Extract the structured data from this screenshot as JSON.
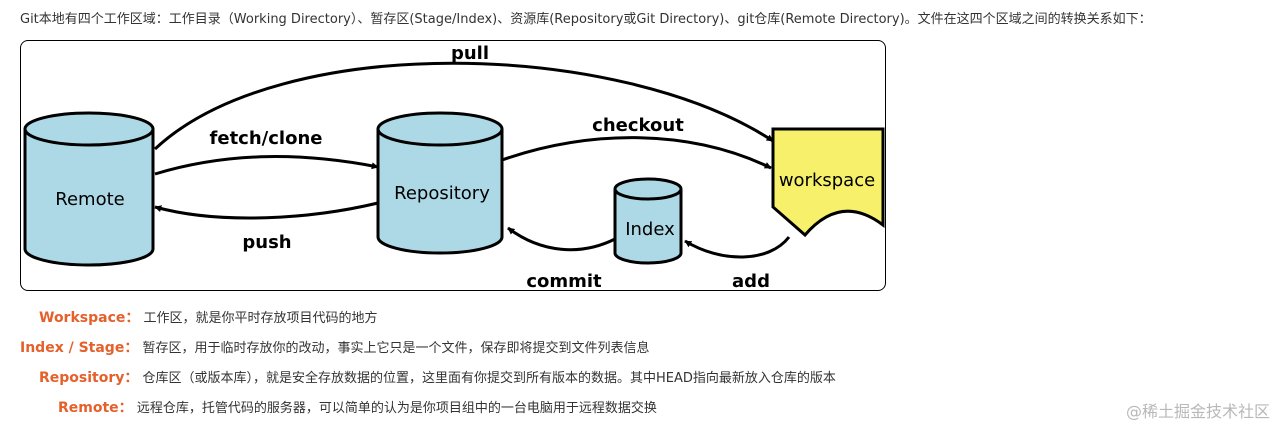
{
  "intro": "Git本地有四个工作区域：工作目录（Working Directory）、暂存区(Stage/Index)、资源库(Repository或Git Directory)、git仓库(Remote Directory)。文件在这四个区域之间的转换关系如下：",
  "diagram": {
    "nodes": {
      "remote": "Remote",
      "repository": "Repository",
      "index": "Index",
      "workspace": "workspace"
    },
    "arrows": {
      "pull": "pull",
      "fetch_clone": "fetch/clone",
      "push": "push",
      "checkout": "checkout",
      "commit": "commit",
      "add": "add"
    },
    "colors": {
      "cylinder_fill": "#add8e6",
      "workspace_fill": "#f6f06a",
      "stroke": "#000000"
    }
  },
  "definitions": [
    {
      "term": "Workspace：",
      "desc": "工作区，就是你平时存放项目代码的地方"
    },
    {
      "term": "Index / Stage：",
      "desc": "暂存区，用于临时存放你的改动，事实上它只是一个文件，保存即将提交到文件列表信息"
    },
    {
      "term": "Repository：",
      "desc": "仓库区（或版本库），就是安全存放数据的位置，这里面有你提交到所有版本的数据。其中HEAD指向最新放入仓库的版本"
    },
    {
      "term": "Remote：",
      "desc": "远程仓库，托管代码的服务器，可以简单的认为是你项目组中的一台电脑用于远程数据交换"
    }
  ],
  "watermark": "@稀土掘金技术社区"
}
